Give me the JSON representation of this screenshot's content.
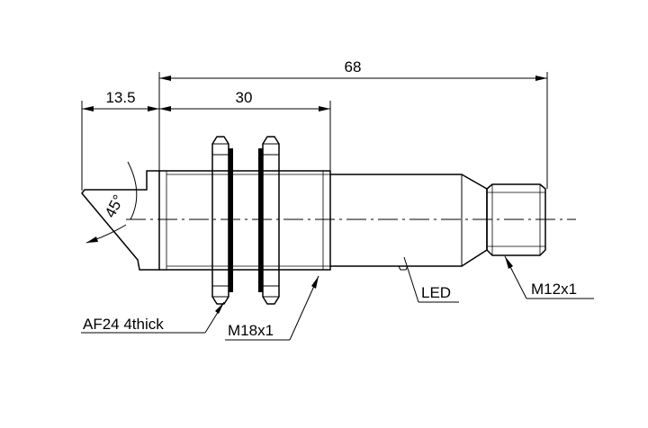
{
  "drawing": {
    "dimensions": {
      "overall_length": "68",
      "thread_length": "30",
      "head_offset": "13.5",
      "head_angle": "45°"
    },
    "callouts": {
      "nut": "AF24 4thick",
      "main_thread": "M18x1",
      "led": "LED",
      "connector_thread": "M12x1"
    }
  }
}
